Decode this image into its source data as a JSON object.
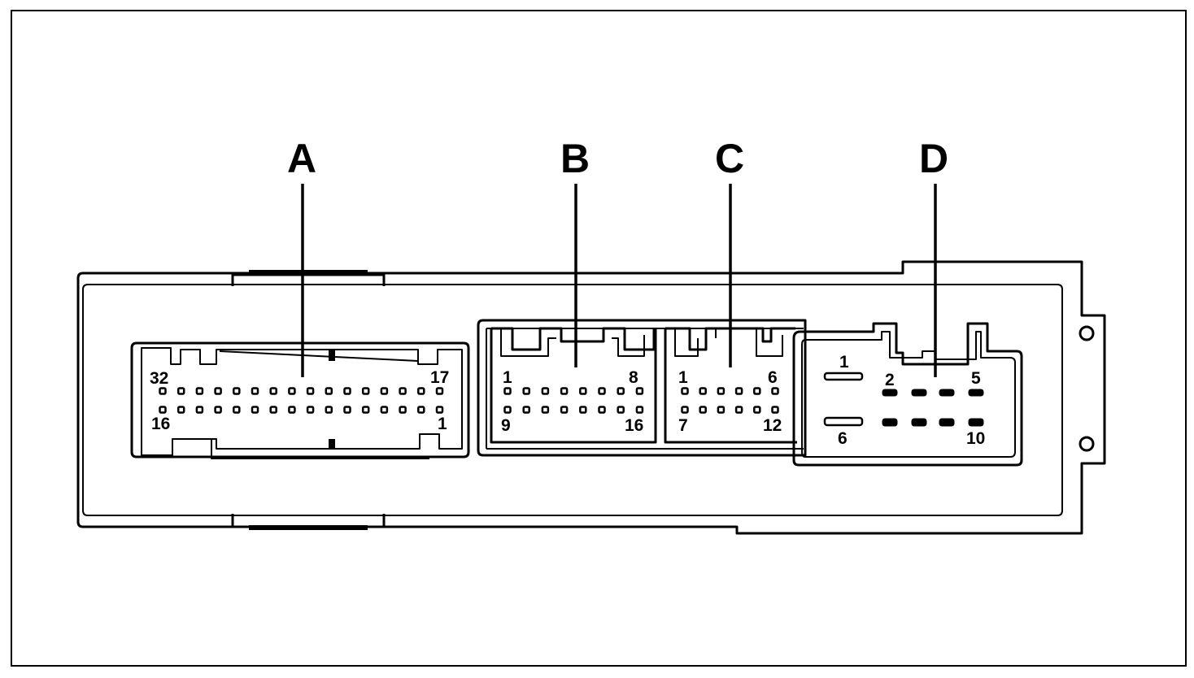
{
  "connectors": {
    "A": {
      "letter": "A",
      "labels": {
        "top_left": "32",
        "top_right": "17",
        "bottom_left": "16",
        "bottom_right": "1"
      }
    },
    "B": {
      "letter": "B",
      "labels": {
        "top_left": "1",
        "top_right": "8",
        "bottom_left": "9",
        "bottom_right": "16"
      }
    },
    "C": {
      "letter": "C",
      "labels": {
        "top_left": "1",
        "top_right": "6",
        "bottom_left": "7",
        "bottom_right": "12"
      }
    },
    "D": {
      "letter": "D",
      "labels": {
        "pin_1": "1",
        "pin_2": "2",
        "pin_5": "5",
        "pin_6": "6",
        "pin_10": "10"
      }
    }
  }
}
